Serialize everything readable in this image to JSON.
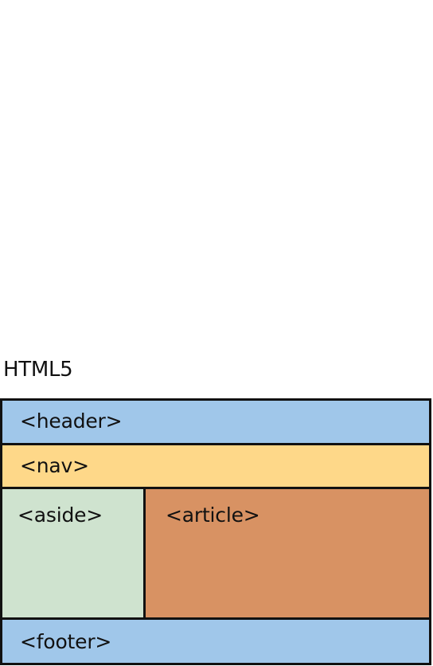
{
  "title": "HTML5",
  "regions": {
    "header": "<header>",
    "nav": "<nav>",
    "aside": "<aside>",
    "article": "<article>",
    "footer": "<footer>"
  },
  "colors": {
    "header": "#a0c7ea",
    "nav": "#fed889",
    "aside": "#cfe3cf",
    "article": "#d89263",
    "footer": "#a0c7ea",
    "border": "#111111"
  }
}
